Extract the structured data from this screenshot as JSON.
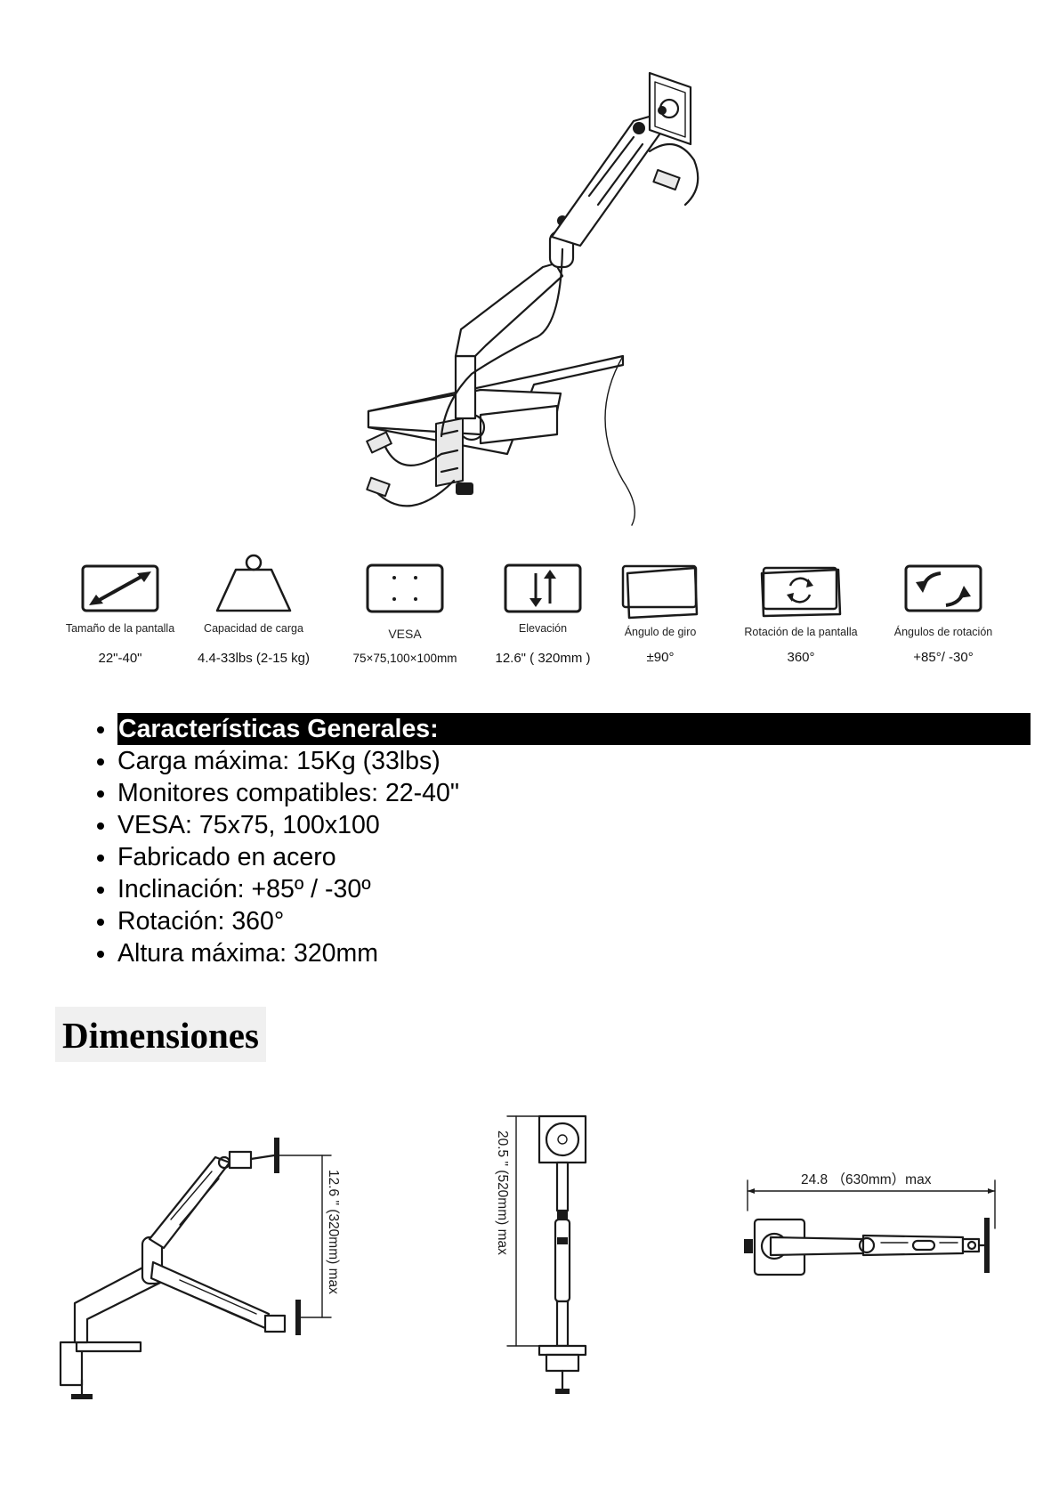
{
  "specs": [
    {
      "name": "Tamaño de la pantalla",
      "value": "22\"-40\"",
      "icon": "screen-size-icon"
    },
    {
      "name": "Capacidad de carga",
      "value": "4.4-33lbs (2-15 kg)",
      "icon": "weight-icon"
    },
    {
      "name": "VESA",
      "value": "75×75,100×100mm",
      "icon": "vesa-icon"
    },
    {
      "name": "Elevación",
      "value": "12.6\" ( 320mm )",
      "icon": "elevation-icon"
    },
    {
      "name": "Ángulo de giro",
      "value": "±90°",
      "icon": "swivel-icon"
    },
    {
      "name": "Rotación de la pantalla",
      "value": "360°",
      "icon": "rotation-icon"
    },
    {
      "name": "Ángulos de rotación",
      "value": "+85°/  -30°",
      "icon": "tilt-icon"
    }
  ],
  "features": {
    "header": "Características Generales:",
    "items": [
      "Carga máxima: 15Kg (33lbs)",
      "Monitores compatibles: 22-40\"",
      "VESA: 75x75, 100x100",
      "Fabricado en acero",
      "Inclinación: +85º / -30º",
      "Rotación: 360°",
      "Altura máxima: 320mm"
    ]
  },
  "dimensions": {
    "heading": "Dimensiones",
    "elevation_label": "12.6 \" (320mm) max",
    "height_label": "20.5 \" (520mm) max",
    "reach_label": "24.8 （630mm）max"
  }
}
